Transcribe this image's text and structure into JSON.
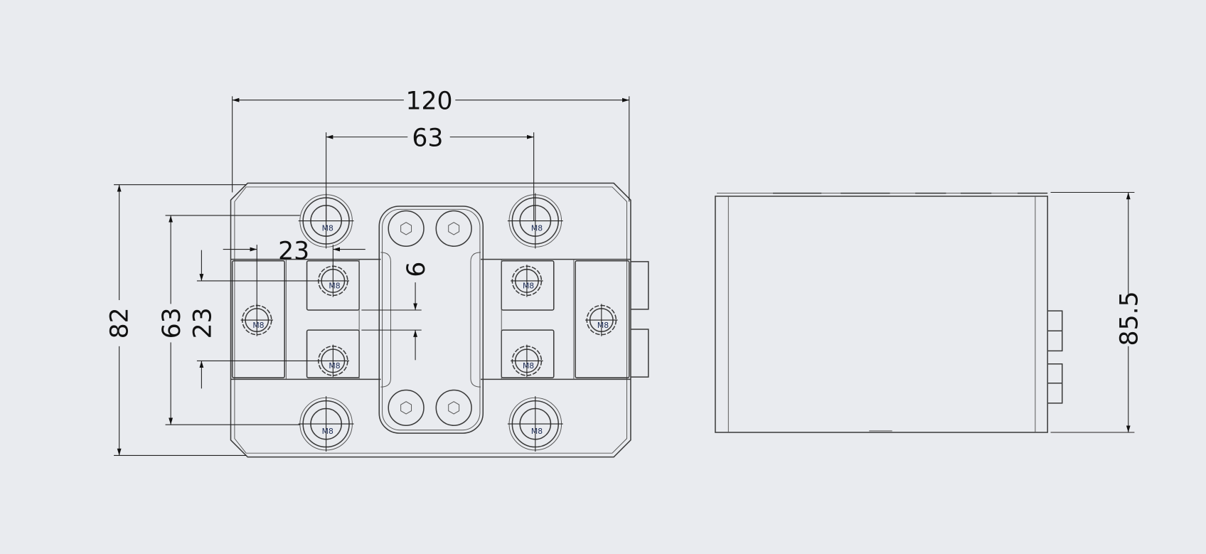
{
  "drawing": {
    "views": [
      "front-view",
      "side-view"
    ],
    "thread_label": "M8",
    "dimensions": {
      "overall_width": "120",
      "bolt_spacing_horizontal": "63",
      "overall_height": "82",
      "bolt_spacing_vertical": "63",
      "small_bolt_spacing_vertical": "23",
      "small_bolt_offset_horizontal": "23",
      "slot_gap": "6",
      "side_height": "85.5"
    }
  },
  "colors": {
    "background": "#e9ebef",
    "line": "#3a3a3a",
    "text": "#111111"
  }
}
